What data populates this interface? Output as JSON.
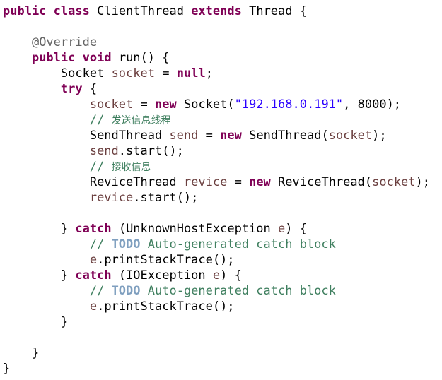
{
  "code": {
    "class_decl": {
      "kw1": "public",
      "kw2": "class",
      "name": "ClientThread",
      "kw3": "extends",
      "parent": "Thread",
      "brace": "{"
    },
    "override": "@Override",
    "run_decl": {
      "kw1": "public",
      "kw2": "void",
      "rest": "run() {"
    },
    "socket_decl": {
      "type": "Socket",
      "var": "socket",
      "eq": "=",
      "val": "null",
      "semi": ";"
    },
    "try_kw": "try",
    "try_brace": "{",
    "socket_assign": {
      "var": "socket",
      "eq": "=",
      "kw": "new",
      "ctor": "Socket(",
      "str": "\"192.168.0.191\"",
      "rest": ", 8000);"
    },
    "comment_send": {
      "slashes": "//",
      "text": "发送信息线程"
    },
    "send_decl": {
      "type": "SendThread",
      "var": "send",
      "eq": "=",
      "kw": "new",
      "ctor": "SendThread(",
      "arg": "socket",
      "rest": ");"
    },
    "send_start": {
      "var": "send",
      "rest": ".start();"
    },
    "comment_receive": {
      "slashes": "//",
      "text": "接收信息"
    },
    "revice_decl": {
      "type": "ReviceThread",
      "var": "revice",
      "eq": "=",
      "kw": "new",
      "ctor": "ReviceThread(",
      "arg": "socket",
      "rest": ");"
    },
    "revice_start": {
      "var": "revice",
      "rest": ".start();"
    },
    "catch1": {
      "brace": "}",
      "kw": "catch",
      "open": "(UnknownHostException",
      "var": "e",
      "close": ") {"
    },
    "todo1": {
      "slashes": "//",
      "todo": "TODO",
      "text": "Auto-generated catch block"
    },
    "print1": {
      "var": "e",
      "rest": ".printStackTrace();"
    },
    "catch2": {
      "brace": "}",
      "kw": "catch",
      "open": "(IOException",
      "var": "e",
      "close": ") {"
    },
    "todo2": {
      "slashes": "//",
      "todo": "TODO",
      "text": "Auto-generated catch block"
    },
    "print2": {
      "var": "e",
      "rest": ".printStackTrace();"
    },
    "close_catch": "}",
    "close_method": "}",
    "close_class": "}"
  },
  "colors": {
    "keyword": "#7f0055",
    "annotation": "#646464",
    "variable": "#6a3e3e",
    "string": "#2a00ff",
    "comment": "#3f7f5f",
    "todo": "#7f9fbf"
  }
}
